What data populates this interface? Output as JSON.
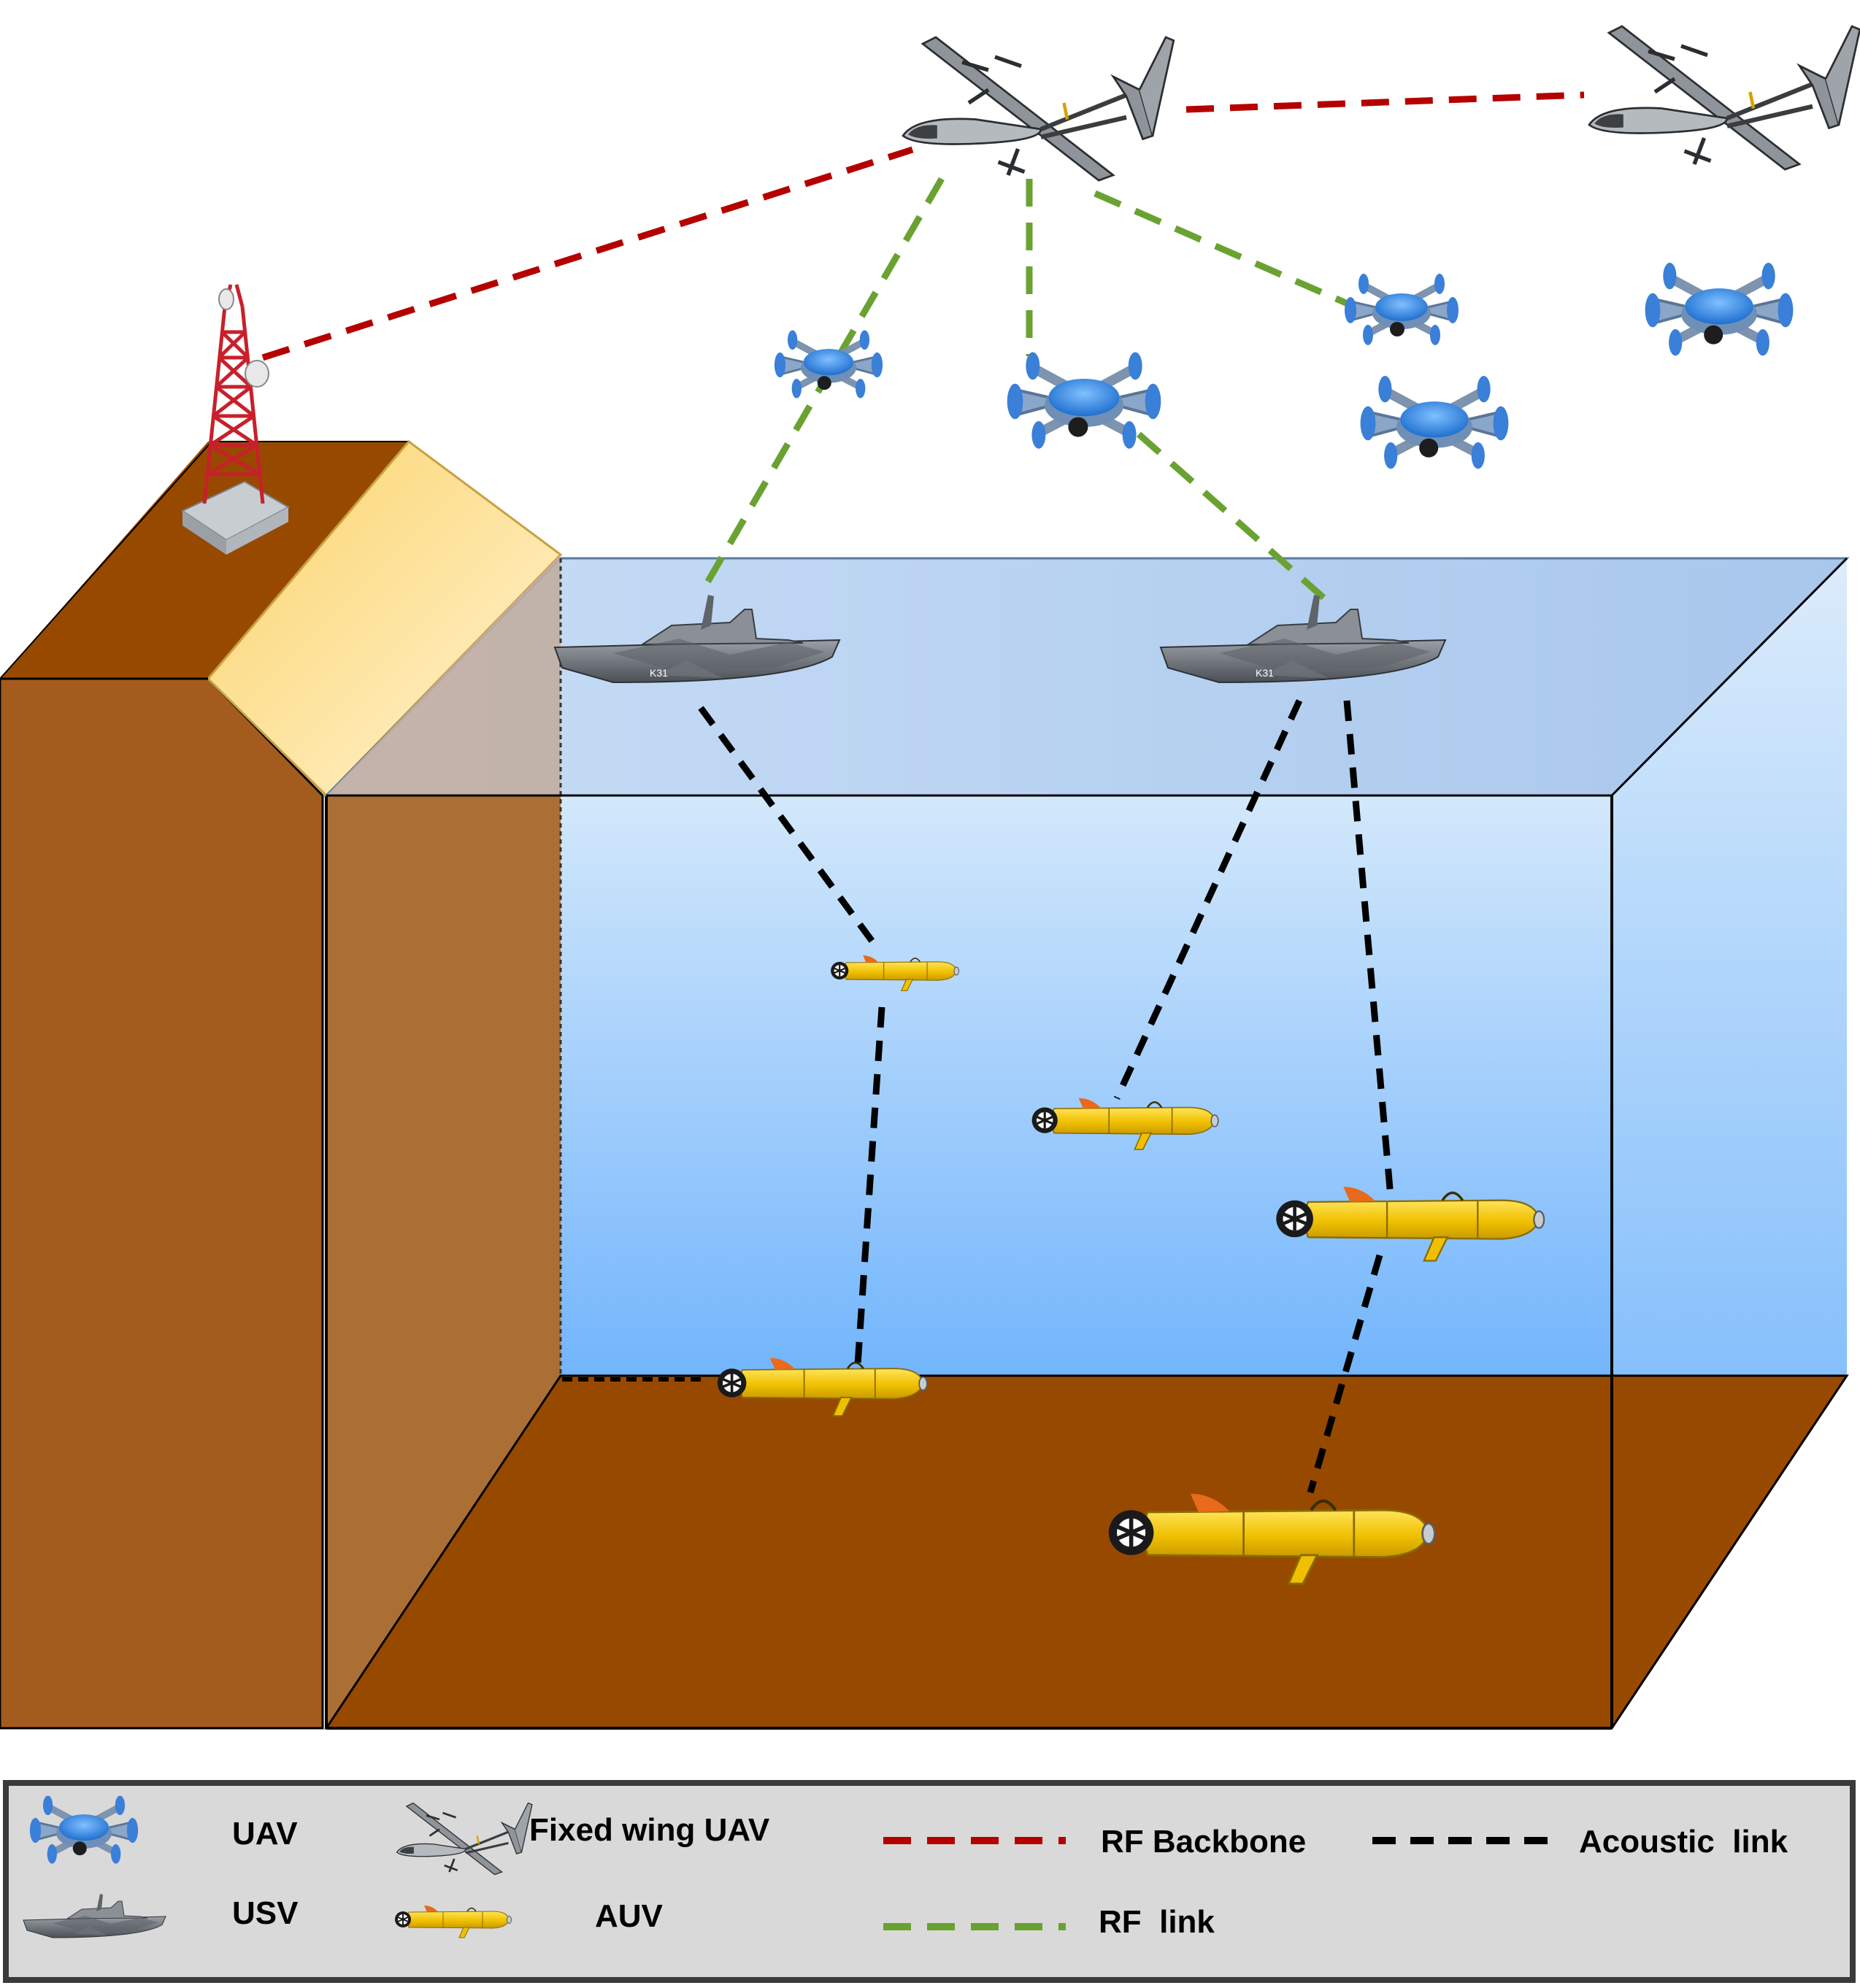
{
  "legend": {
    "uav_label": "UAV",
    "fixed_wing_label": "Fixed wing UAV",
    "usv_label": "USV",
    "auv_label": "AUV",
    "rf_backbone_label": "RF Backbone",
    "rf_link_label": "RF  link",
    "acoustic_link_label": "Acoustic  link"
  },
  "vessels": {
    "usv_hull_text": "K31"
  },
  "colors": {
    "rf_backbone": "#b50000",
    "rf_link": "#6aa232",
    "acoustic_link": "#000000",
    "land": "#9a4a00",
    "land_front": "#a45c1c",
    "water_top": "#bcd6f4",
    "water_front_top": "#cfe6fb",
    "water_front_bottom": "#76b8ff",
    "auv_body": "#f2c200",
    "uav_body": "#3d8fe0"
  }
}
